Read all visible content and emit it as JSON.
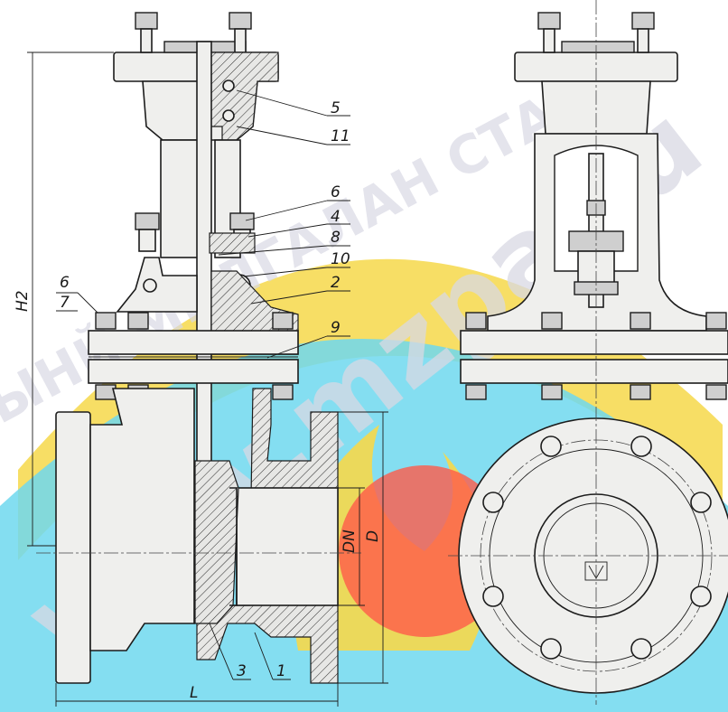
{
  "watermark": {
    "url": "www.mzpa.ru",
    "arc_text": "ЫНЙ МИЛГАЛАН СТА",
    "colors": {
      "yellow": "#f6d84a",
      "cyan": "#6fd8ee",
      "red": "#ff5a4a",
      "watermark_text": "#d9d9e4"
    }
  },
  "dimensions": {
    "h2": "H2",
    "l": "L",
    "dn": "DN",
    "d": "D"
  },
  "callouts": [
    "5",
    "11",
    "6",
    "4",
    "8",
    "10",
    "2",
    "9",
    "3",
    "1"
  ],
  "side_callouts": {
    "top": "6",
    "bottom": "7"
  },
  "icons": {
    "valve_mark": "valve-mark-icon"
  }
}
